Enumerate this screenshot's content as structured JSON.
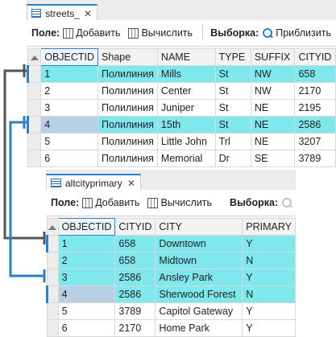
{
  "colors": {
    "highlight": "#7fe8ed",
    "accent": "#2d7fc6",
    "connector_gray": "#555555",
    "connector_blue": "#2d7fc6"
  },
  "streets": {
    "tab_label": "streets_",
    "toolbar": {
      "field_label": "Поле:",
      "add_label": "Добавить",
      "calc_label": "Вычислить",
      "selection_label": "Выборка:",
      "zoom_label": "Приблизить"
    },
    "columns": [
      "OBJECTID",
      "Shape",
      "NAME",
      "TYPE",
      "SUFFIX",
      "CITYID"
    ],
    "rows": [
      {
        "OBJECTID": "1",
        "Shape": "Полилиния",
        "NAME": "Mills",
        "TYPE": "St",
        "SUFFIX": "NW",
        "CITYID": "658",
        "highlight": true
      },
      {
        "OBJECTID": "2",
        "Shape": "Полилиния",
        "NAME": "Center",
        "TYPE": "St",
        "SUFFIX": "NW",
        "CITYID": "2170",
        "highlight": false
      },
      {
        "OBJECTID": "3",
        "Shape": "Полилиния",
        "NAME": "Juniper",
        "TYPE": "St",
        "SUFFIX": "NE",
        "CITYID": "2195",
        "highlight": false
      },
      {
        "OBJECTID": "4",
        "Shape": "Полилиния",
        "NAME": "15th",
        "TYPE": "St",
        "SUFFIX": "NE",
        "CITYID": "2586",
        "highlight": true
      },
      {
        "OBJECTID": "5",
        "Shape": "Полилиния",
        "NAME": "Little John",
        "TYPE": "Trl",
        "SUFFIX": "NE",
        "CITYID": "3207",
        "highlight": false
      },
      {
        "OBJECTID": "6",
        "Shape": "Полилиния",
        "NAME": "Memorial",
        "TYPE": "Dr",
        "SUFFIX": "SE",
        "CITYID": "3789",
        "highlight": false
      }
    ]
  },
  "altcity": {
    "tab_label": "altcityprimary",
    "toolbar": {
      "field_label": "Поле:",
      "add_label": "Добавить",
      "calc_label": "Вычислить",
      "selection_label": "Выборка:"
    },
    "columns": [
      "OBJECTID",
      "CITYID",
      "CITY",
      "PRIMARY"
    ],
    "rows": [
      {
        "OBJECTID": "1",
        "CITYID": "658",
        "CITY": "Downtown",
        "PRIMARY": "Y",
        "highlight": true
      },
      {
        "OBJECTID": "2",
        "CITYID": "658",
        "CITY": "Midtown",
        "PRIMARY": "N",
        "highlight": true
      },
      {
        "OBJECTID": "3",
        "CITYID": "2586",
        "CITY": "Ansley Park",
        "PRIMARY": "Y",
        "highlight": true
      },
      {
        "OBJECTID": "4",
        "CITYID": "2586",
        "CITY": "Sherwood Forest",
        "PRIMARY": "N",
        "highlight": true
      },
      {
        "OBJECTID": "5",
        "CITYID": "3789",
        "CITY": "Capitol Gateway",
        "PRIMARY": "Y",
        "highlight": false
      },
      {
        "OBJECTID": "6",
        "CITYID": "2170",
        "CITY": "Home Park",
        "PRIMARY": "Y",
        "highlight": false
      }
    ]
  }
}
